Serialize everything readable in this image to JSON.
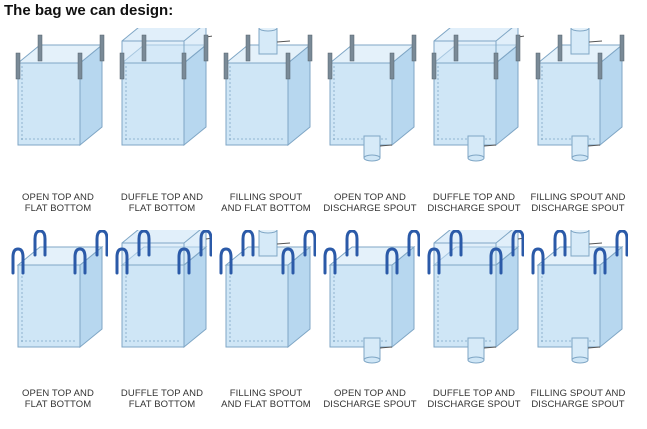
{
  "page": {
    "title": "The bag we can design:"
  },
  "colors": {
    "bag_front": "#cfe6f6",
    "bag_side": "#b7d7ef",
    "bag_top": "#e4f1fa",
    "bag_stroke": "#7fa6c5",
    "loop_flat": "#7a8a97",
    "loop_blue": "#2b5aa8",
    "caption": "#333333"
  },
  "rows": [
    {
      "handle": "flat-loop",
      "items": [
        {
          "line1": "OPEN TOP AND",
          "line2": "FLAT BOTTOM",
          "top": "open",
          "bottom": "flat"
        },
        {
          "line1": "DUFFLE TOP AND",
          "line2": "FLAT BOTTOM",
          "top": "duffle",
          "bottom": "flat"
        },
        {
          "line1": "FILLING SPOUT",
          "line2": "AND FLAT BOTTOM",
          "top": "spout",
          "bottom": "flat"
        },
        {
          "line1": "OPEN TOP AND",
          "line2": "DISCHARGE SPOUT",
          "top": "open",
          "bottom": "spout"
        },
        {
          "line1": "DUFFLE TOP AND",
          "line2": "DISCHARGE SPOUT",
          "top": "duffle",
          "bottom": "spout"
        },
        {
          "line1": "FILLING SPOUT AND",
          "line2": "DISCHARGE SPOUT",
          "top": "spout",
          "bottom": "spout"
        }
      ]
    },
    {
      "handle": "u-loop",
      "items": [
        {
          "line1": "OPEN TOP AND",
          "line2": "FLAT BOTTOM",
          "top": "open",
          "bottom": "flat"
        },
        {
          "line1": "DUFFLE TOP AND",
          "line2": "FLAT BOTTOM",
          "top": "duffle",
          "bottom": "flat"
        },
        {
          "line1": "FILLING SPOUT",
          "line2": "AND FLAT BOTTOM",
          "top": "spout",
          "bottom": "flat"
        },
        {
          "line1": "OPEN TOP AND",
          "line2": "DISCHARGE SPOUT",
          "top": "open",
          "bottom": "spout"
        },
        {
          "line1": "DUFFLE TOP AND",
          "line2": "DISCHARGE SPOUT",
          "top": "duffle",
          "bottom": "spout"
        },
        {
          "line1": "FILLING SPOUT AND",
          "line2": "DISCHARGE SPOUT",
          "top": "spout",
          "bottom": "spout"
        }
      ]
    }
  ]
}
